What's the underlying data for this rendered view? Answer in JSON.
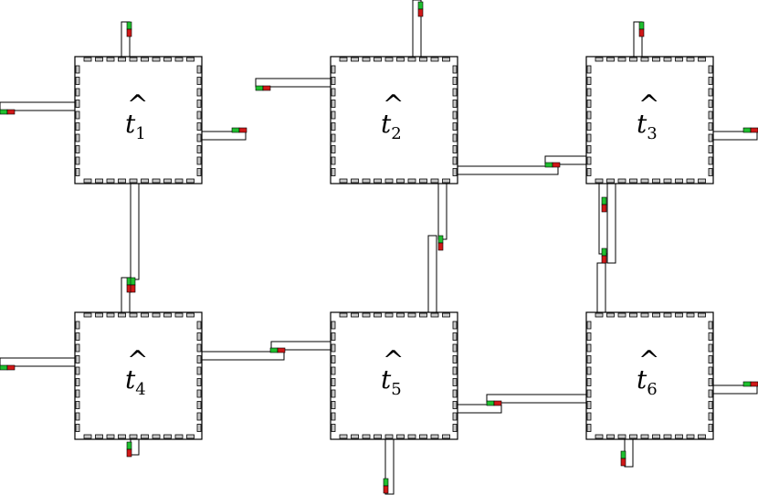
{
  "colors": {
    "tile_border": "#000000",
    "pad_fill": "#c8c8c8",
    "wire_fill": "#ffffff",
    "tip_green": "#1fbf2f",
    "tip_red": "#d01818"
  },
  "tiles": [
    {
      "id": "t1",
      "base": "t",
      "hat": "^",
      "sub": "1"
    },
    {
      "id": "t2",
      "base": "t",
      "hat": "^",
      "sub": "2"
    },
    {
      "id": "t3",
      "base": "t",
      "hat": "^",
      "sub": "3"
    },
    {
      "id": "t4",
      "base": "t",
      "hat": "^",
      "sub": "4"
    },
    {
      "id": "t5",
      "base": "t",
      "hat": "^",
      "sub": "5"
    },
    {
      "id": "t6",
      "base": "t",
      "hat": "^",
      "sub": "6"
    }
  ]
}
